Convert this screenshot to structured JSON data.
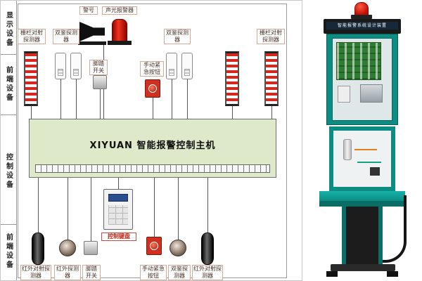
{
  "diagram": {
    "side_labels": [
      "显示设备",
      "前端设备",
      "控制设备",
      "前端设备"
    ],
    "top_row": {
      "siren_label": "警号",
      "strobe_label": "声光报警器"
    },
    "mid_row": {
      "fence_left_label": "栅栏对射探测器",
      "dual_left_label": "双鉴探测器",
      "foot_label": "脚踏开关",
      "emergency_label": "手动紧急按钮",
      "dual_right_label": "双鉴探测器",
      "fence_right_label": "栅栏对射探测器"
    },
    "host_title": "XIYUAN 智能报警控制主机",
    "keypad_label": "控制键盘",
    "bottom_row_labels": [
      "红外对射探测器",
      "红外探测器",
      "脚踏开关",
      "手动紧急按钮",
      "双鉴探测器",
      "红外对射探测器"
    ]
  },
  "photo": {
    "brand_plate": "智能报警系统设计装置"
  }
}
